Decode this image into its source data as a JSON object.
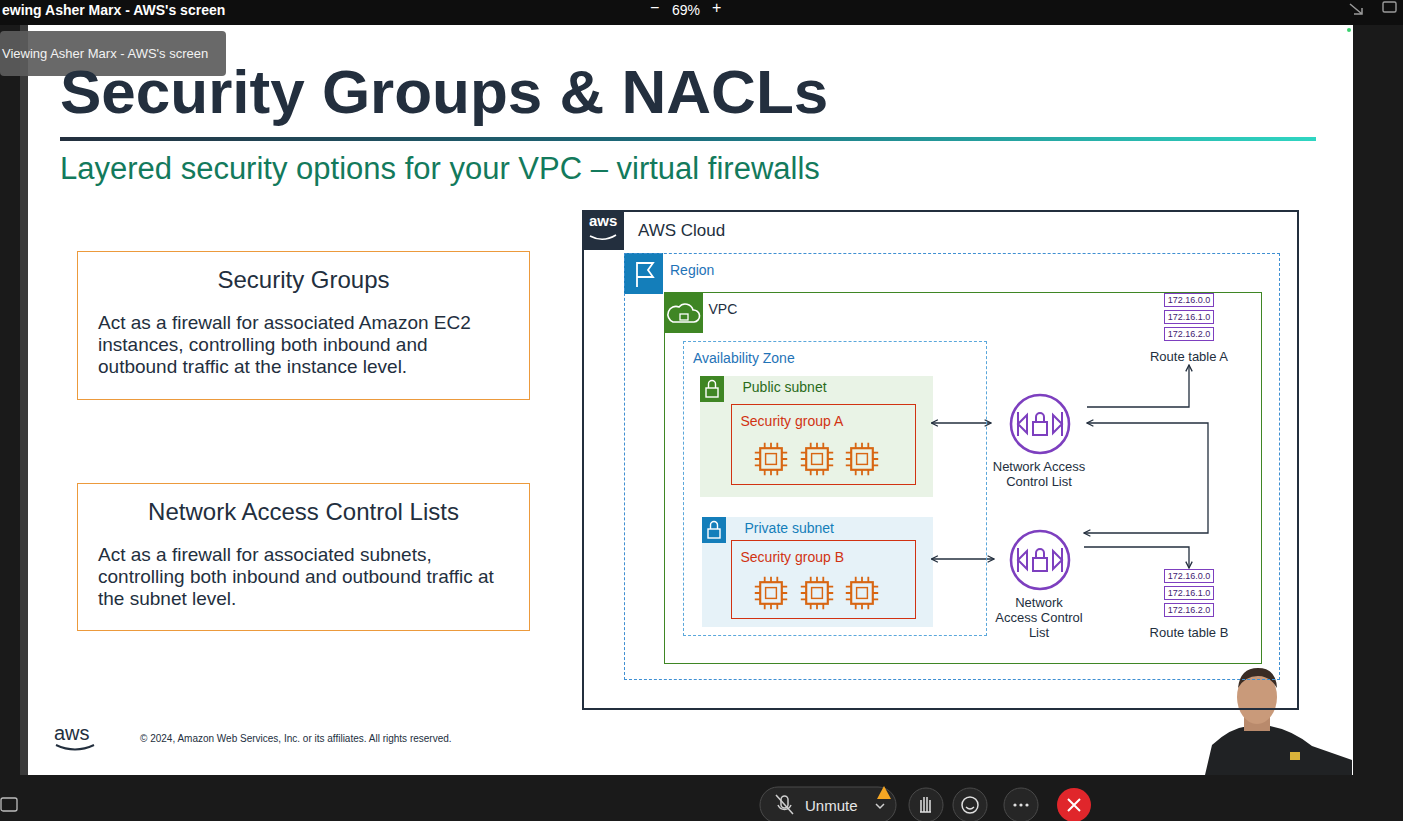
{
  "diagram": {
    "title": "Security Groups & NACLs",
    "nodes": [
      {
        "text": [
          "Security Groups",
          "Act as a firewall for associated Amazon EC2 instances, controlling both inbound and outbound traffic at the instance level."
        ]
      },
      {
        "text": [
          "Network Access Control Lists",
          "Act as a firewall for associated subnets, controlling both inbound and outbound traffic at the subnet level."
        ]
      },
      {
        "text": [
          "AWS Cloud"
        ]
      },
      {
        "text": [
          "Region"
        ],
        "in": 2
      },
      {
        "text": [
          "VPC"
        ],
        "in": 3
      },
      {
        "text": [
          "Availability Zone"
        ],
        "in": 4
      },
      {
        "text": [
          "Public subnet"
        ],
        "in": 5
      },
      {
        "text": [
          "Security group A"
        ],
        "in": 6
      },
      {
        "text": [
          "Private subnet"
        ],
        "in": 5
      },
      {
        "text": [
          "Security group B"
        ],
        "in": 8
      },
      {
        "text": [
          "Network Access Control List"
        ],
        "in": 4
      },
      {
        "text": [
          "Network Access Control List"
        ],
        "in": 4
      },
      {
        "text": [
          "172.16.0.0",
          "172.16.1.0",
          "172.16.2.0",
          "Route table A"
        ],
        "in": 4
      },
      {
        "text": [
          "172.16.0.0",
          "172.16.1.0",
          "172.16.2.0",
          "Route table B"
        ],
        "in": 4
      }
    ],
    "edges": [
      {
        "from": 6,
        "to": 10,
        "arrow": "both"
      },
      {
        "from": 10,
        "to": 12,
        "arrow": "to"
      },
      {
        "from": 11,
        "to": 10,
        "arrow": "both"
      },
      {
        "from": 11,
        "to": 13,
        "arrow": "to"
      },
      {
        "from": 8,
        "to": 11,
        "arrow": "both"
      }
    ],
    "labels": [
      "ewing Asher Marx - AWS's screen",
      "−",
      "69%",
      "+",
      "Viewing Asher Marx - AWS's screen",
      "Layered security options for your VPC – virtual firewalls",
      "aws",
      "aws",
      "© 2024, Amazon Web Services, Inc. or its affiliates. All rights reserved.",
      "Unmute"
    ]
  }
}
